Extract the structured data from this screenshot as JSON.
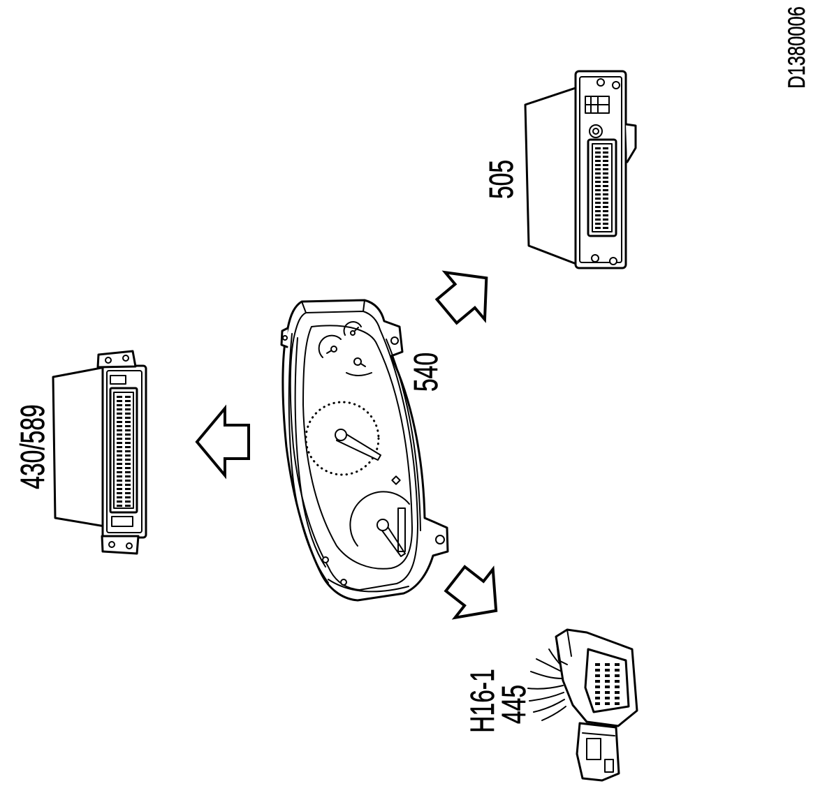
{
  "figure": {
    "id": "D1380006"
  },
  "labels": {
    "ecu_left": "430/589",
    "cluster": "540",
    "ecu_right": "505",
    "connector_code": "H16-1",
    "connector_number": "445"
  }
}
